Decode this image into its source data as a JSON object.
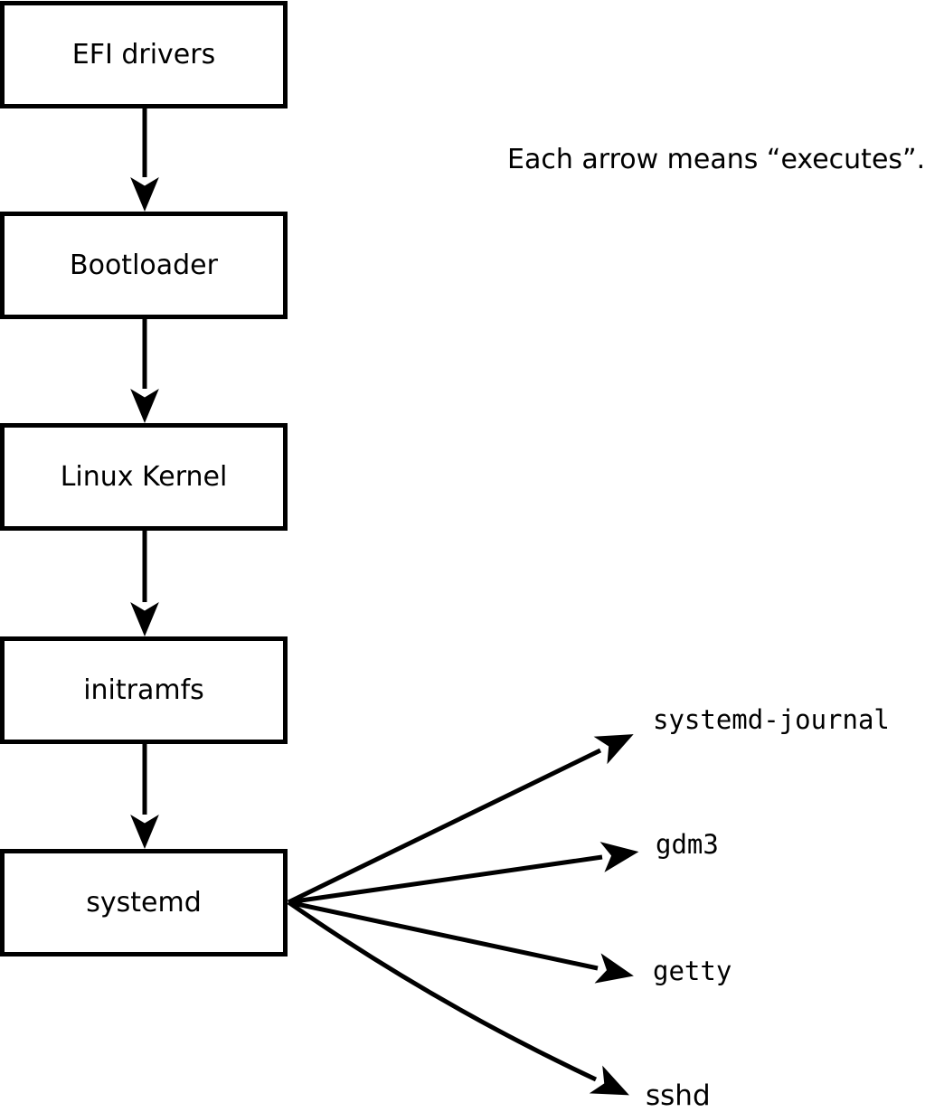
{
  "diagram": {
    "annotation": "Each arrow means “executes”.",
    "chain": [
      {
        "id": "efi-drivers",
        "label": "EFI drivers"
      },
      {
        "id": "bootloader",
        "label": "Bootloader"
      },
      {
        "id": "linux-kernel",
        "label": "Linux Kernel"
      },
      {
        "id": "initramfs",
        "label": "initramfs"
      },
      {
        "id": "systemd",
        "label": "systemd"
      }
    ],
    "children": [
      {
        "id": "systemd-journal",
        "label": "systemd-journal"
      },
      {
        "id": "gdm3",
        "label": "gdm3"
      },
      {
        "id": "getty",
        "label": "getty"
      },
      {
        "id": "sshd",
        "label": "sshd"
      }
    ],
    "edges": [
      {
        "from": "EFI drivers",
        "to": "Bootloader",
        "relation": "executes"
      },
      {
        "from": "Bootloader",
        "to": "Linux Kernel",
        "relation": "executes"
      },
      {
        "from": "Linux Kernel",
        "to": "initramfs",
        "relation": "executes"
      },
      {
        "from": "initramfs",
        "to": "systemd",
        "relation": "executes"
      },
      {
        "from": "systemd",
        "to": "systemd-journal",
        "relation": "executes"
      },
      {
        "from": "systemd",
        "to": "gdm3",
        "relation": "executes"
      },
      {
        "from": "systemd",
        "to": "getty",
        "relation": "executes"
      },
      {
        "from": "systemd",
        "to": "sshd",
        "relation": "executes"
      }
    ],
    "colors": {
      "stroke": "#000000",
      "box_fill": "#ffffff",
      "background": "#ffffff",
      "text": "#000000"
    }
  }
}
